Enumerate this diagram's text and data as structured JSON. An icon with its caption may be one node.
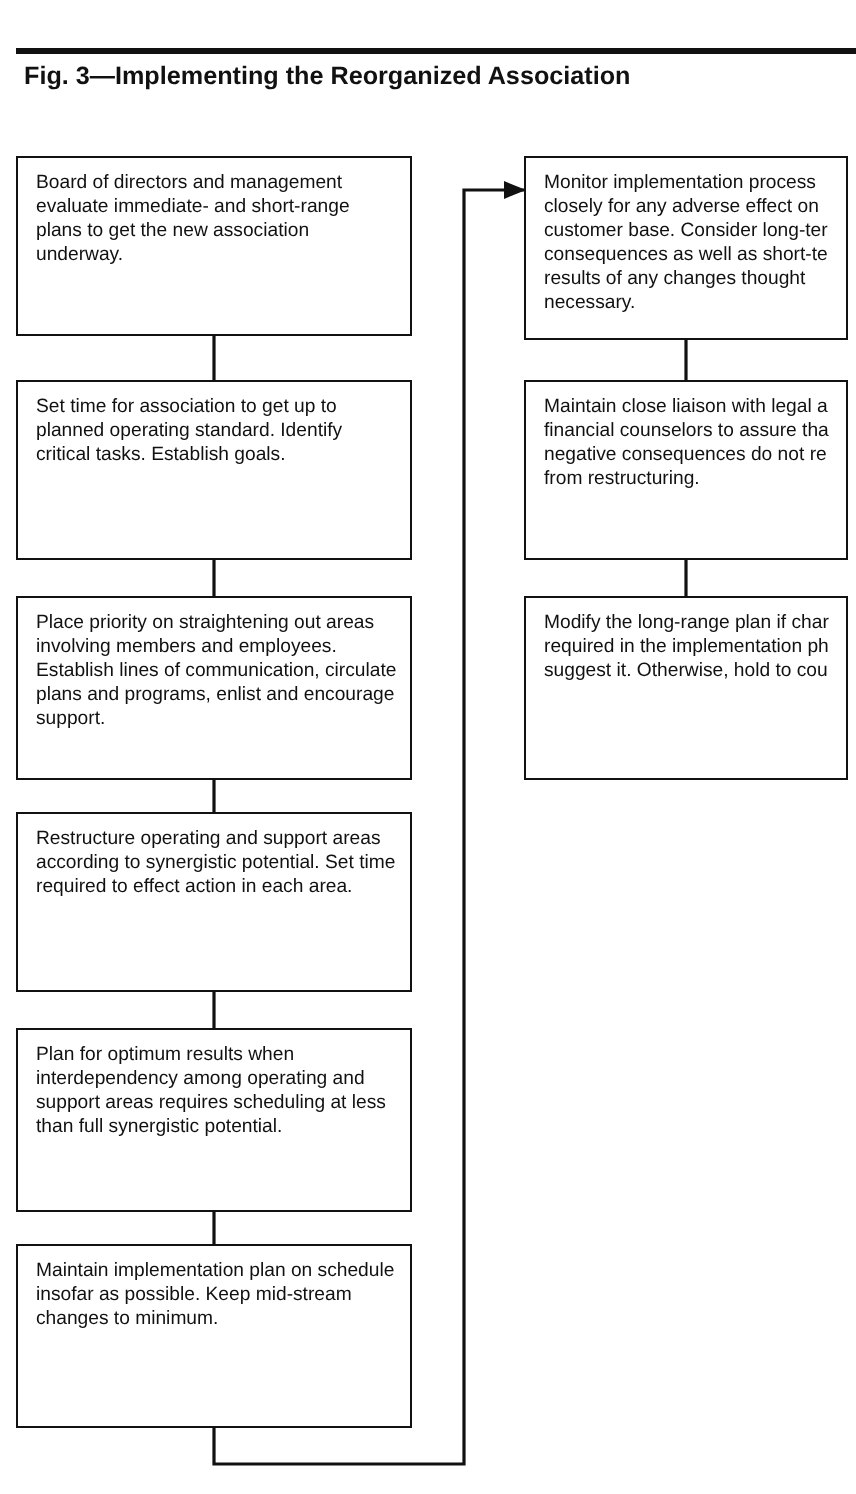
{
  "diagram": {
    "title": "Fig. 3—Implementing the Reorganized Association",
    "nodes": [
      {
        "text": [
          "Board of directors and management evaluate immediate- and short-range plans to get the new association underway."
        ]
      },
      {
        "text": [
          "Set time for association to get up to planned operating standard. Identify critical tasks. Establish goals."
        ]
      },
      {
        "text": [
          "Place priority on straightening out areas involving members and employees. Establish lines of communication, circulate plans and programs, enlist and encourage support."
        ]
      },
      {
        "text": [
          "Restructure operating and support areas according to synergistic potential. Set time required to effect action in each area."
        ]
      },
      {
        "text": [
          "Plan for optimum results when interdependency among operating and support areas requires scheduling at less than full synergistic potential."
        ]
      },
      {
        "text": [
          "Maintain implementation plan on schedule insofar as possible. Keep mid-stream changes to minimum."
        ]
      },
      {
        "text": [
          "Monitor implementation process closely for any adverse effect on customer base. Consider long-ter consequences as well as short-te results of any changes thought necessary."
        ]
      },
      {
        "text": [
          "Maintain close liaison with legal a financial counselors to assure tha negative consequences do not re from restructuring."
        ]
      },
      {
        "text": [
          "Modify the long-range plan if char required in the implementation ph suggest it. Otherwise, hold to cou"
        ]
      }
    ],
    "edges": [
      {
        "from": 0,
        "to": 1,
        "arrow": "none"
      },
      {
        "from": 1,
        "to": 2,
        "arrow": "none"
      },
      {
        "from": 2,
        "to": 3,
        "arrow": "none"
      },
      {
        "from": 3,
        "to": 4,
        "arrow": "none"
      },
      {
        "from": 4,
        "to": 5,
        "arrow": "none"
      },
      {
        "from": 5,
        "to": 6,
        "arrow": "to"
      },
      {
        "from": 6,
        "to": 7,
        "arrow": "none"
      },
      {
        "from": 7,
        "to": 8,
        "arrow": "none"
      }
    ]
  }
}
